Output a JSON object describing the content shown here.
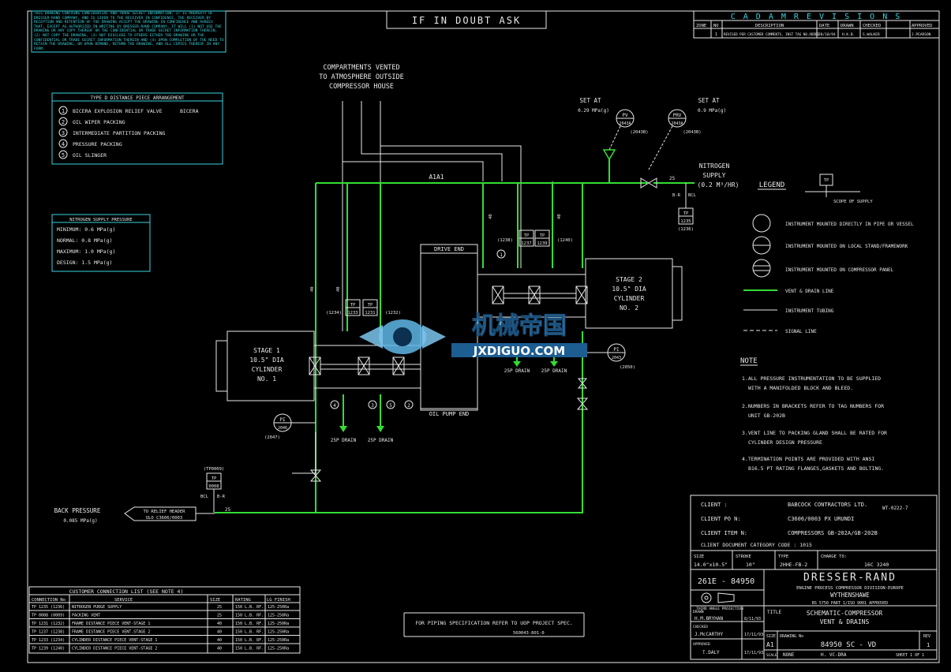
{
  "header": {
    "doubt": "IF IN DOUBT ASK",
    "confidential": "THIS DRAWING CONTAINS CONFIDENTIAL AND TRADE SECRET INFORMATION. IT IS PROPERTY OF DRESSER-RAND COMPANY, AND IS GIVEN TO THE RECEIVER IN CONFIDENCE. THE RECEIVER BY RECEPTION AND RETENTION OF THE DRAWING ACCEPT THE DRAWING IN CONFIDENCE AND AGREES THAT, EXCEPT AS AUTHORIZED IN WRITING BY DRESSER-RAND COMPANY, IT WILL (1) NOT USE THE DRAWING OR ANY COPY THEREOF OR THE CONFIDENTIAL OR TRADE SECRET INFORMATION THEREIN, (2) NOT COPY THE DRAWING, (3) NOT DISCLOSE TO OTHERS EITHER THE DRAWING OR THE CONFIDENTIAL OR TRADE SECRET INFORMATION THEREIN AND (4) UPON COMPLETION OF THE NEED TO RETAIN THE DRAWING, OR UPON DEMAND, RETURN THE DRAWING, AND ALL COPIES THEREOF IN ANY FORM."
  },
  "revisions": {
    "title": "C A D A M   R E V I S I O N S",
    "columns": [
      "ZONE",
      "NO",
      "DESCRIPTION",
      "DATE",
      "DRAWN",
      "CHECKED",
      "APPROVED"
    ],
    "row": [
      "",
      "1",
      "REVISED PER CUSTOMER COMMENTS, INST TAG NO.ADDED",
      "28/10/94",
      "H.K.B.",
      "S.WALKER",
      "J.PEARSON"
    ]
  },
  "compartments": [
    "COMPARTMENTS VENTED",
    "TO ATMOSPHERE OUTSIDE",
    "COMPRESSOR HOUSE"
  ],
  "distance_piece": {
    "title": "TYPE D DISTANCE PIECE ARRANGEMENT",
    "items": [
      {
        "n": "1",
        "label": "BICERA EXPLOSION RELIEF VALVE",
        "extra": "BICERA"
      },
      {
        "n": "2",
        "label": "OIL WIPER PACKING",
        "extra": ""
      },
      {
        "n": "3",
        "label": "INTERMEDIATE PARTITION PACKING",
        "extra": ""
      },
      {
        "n": "4",
        "label": "PRESSURE PACKING",
        "extra": ""
      },
      {
        "n": "5",
        "label": "OIL SLINGER",
        "extra": ""
      }
    ]
  },
  "nitrogen_pressure": {
    "title": "NITROGEN SUPPLY PRESSURE",
    "rows": [
      "MINIMUM: 0.6 MPa(g)",
      "NORMAL: 0.8 MPa(g)",
      "MAXIMUM: 1.0 MPa(g)",
      "DESIGN: 1.5 MPa(g)"
    ]
  },
  "diagram": {
    "a1a1": "A1A1",
    "pv": {
      "tag": "PV",
      "num": "2043A",
      "ref": "(2043B)",
      "set_at": "SET AT",
      "set_val": "0.29 MPa(g)"
    },
    "prv": {
      "tag": "PRV",
      "num": "2043A",
      "ref": "(2043B)",
      "set_at": "SET AT",
      "set_val": "0.9 MPa(g)"
    },
    "nitrogen": [
      "NITROGEN",
      "SUPPLY",
      "(0.2 M³/HR)"
    ],
    "nitrogen_size": "25",
    "tp1235": {
      "tag": "TP",
      "num": "1235",
      "ref": "(1236)",
      "br": "B-R",
      "bcl": "BCL"
    },
    "tp1237": {
      "tag": "TP",
      "num": "1237",
      "ref": "(1238)"
    },
    "tp1239": {
      "tag": "TP",
      "num": "1239",
      "ref": "(1240)"
    },
    "tp1233": {
      "tag": "TP",
      "num": "1233",
      "ref": "(1234)"
    },
    "tp1231": {
      "tag": "TP",
      "num": "1231",
      "ref": "(1232)"
    },
    "tp0008": {
      "tag": "TP",
      "num": "0008",
      "ref": "(TP0009)",
      "bcl": "BCL",
      "br": "B-R"
    },
    "drive_end": "DRIVE END",
    "oil_pump_end": "OIL PUMP END",
    "stage1": [
      "STAGE 1",
      "10.5\" DIA",
      "CYLINDER",
      "NO. 1"
    ],
    "stage2": [
      "STAGE 2",
      "10.5\" DIA",
      "CYLINDER",
      "NO. 2"
    ],
    "pi2046": {
      "tag": "PI",
      "num": "2046",
      "ref": "(2047)"
    },
    "pi2043": {
      "tag": "PI",
      "num": "2043",
      "ref": "(2050)"
    },
    "drain": "25P DRAIN",
    "back_pressure": [
      "BACK PRESSURE",
      "0.085 MPa(g)"
    ],
    "relief_header": [
      "TO RELIEF HEADER",
      "ULO C3606/0003"
    ],
    "size_25": "25",
    "size_40": "40",
    "watermark_cn": "机械帝国",
    "watermark_en": "JXDIGUO.COM"
  },
  "legend": {
    "title": "LEGEND",
    "scope": "SCOPE OF SUPPLY",
    "items": [
      "INSTRUMENT MOUNTED DIRECTLY IN PIPE OR VESSEL",
      "INSTRUMENT MOUNTED ON LOCAL STAND/FRAMEWORK",
      "INSTRUMENT MOUNTED ON COMPRESSOR PANEL",
      "VENT & DRAIN LINE",
      "INSTRUMENT TUBING",
      "SIGNAL LINE"
    ]
  },
  "notes": {
    "title": "NOTE",
    "items": [
      "1.ALL PRESSURE INSTRUMENTATION TO BE SUPPLIED",
      "WITH A MANIFOLDED BLOCK AND BLEED.",
      "2.NUMBERS IN BRACKETS REFER TO TAG NUMBERS FOR",
      "UNIT GB-202B",
      "3.VENT LINE TO PACKING GLAND SHALL BE RATED FOR",
      "CYLINDER DESIGN PRESSURE",
      "4.TERMINATION POINTS ARE PROVIDED WITH ANSI",
      "B16.5 PT RATING FLANGES,GASKETS AND BOLTING."
    ]
  },
  "title_block": {
    "client_label": "CLIENT :",
    "client": "BABCOCK CONTRACTORS LTD.",
    "client_po_label": "CLIENT PO N:",
    "client_po": "C3606/0003 PX URUNDI",
    "client_item_label": "CLIENT ITEM N:",
    "client_item": "COMPRESSORS GB-202A/GB-202B",
    "doc_cat": "CLIENT DOCUMENT CATEGORY CODE : 1015",
    "ref": "WT-0222-7",
    "size_label": "SIZE",
    "size": "14.0\"x10.5\"",
    "stroke_label": "STROKE",
    "stroke": "10\"",
    "type_label": "TYPE",
    "type": "2HHE-FB-2",
    "charge_label": "CHARGE TO:",
    "charge": "16C 3240",
    "job": "261E - 84950",
    "company": "DRESSER-RAND",
    "division": "ENGINE PROCESS COMPRESSOR DIVISION-EUROPE",
    "location": "WYTHENSHAWE",
    "bs": "BS 5750 PART 1/ISO 9001 APPROVED",
    "projection": "THIRD ANGLE PROJECTION",
    "drawn_label": "DRAWN",
    "drawn": "H.M.BRYHAN",
    "drawn_date": "8/11/93",
    "checked_label": "CHECKED",
    "checked": "J.McCARTHY",
    "checked_date": "17/11/93",
    "approved_label": "APPROVED",
    "approved": "T.DALY",
    "approved_date": "17/11/93",
    "title_label": "TITLE",
    "title": [
      "SCHEMATIC-COMPRESSOR",
      "VENT & DRAINS"
    ],
    "sheet_size_label": "SIZE",
    "sheet_size": "A1",
    "dwg_label": "DRAWING No",
    "dwg": "84950 SC - VD",
    "rev_label": "REV",
    "rev": "1",
    "scale_label": "SCALE",
    "scale": "NONE",
    "code": "H. VC-DRA",
    "sheet": "SHEET 1 OF 1"
  },
  "connection_list": {
    "title": "CUSTOMER CONNECTION LIST (SEE NOTE 4)",
    "columns": [
      "CONNECTION No",
      "SERVICE",
      "SIZE",
      "RATING",
      "LG FINISH"
    ],
    "rows": [
      [
        "TP 1235 (1236)",
        "NITROGEN PURGE SUPPLY",
        "25",
        "150 L.B. RF.",
        "125-250Ra"
      ],
      [
        "TP 0008 (0009)",
        "PACKING VENT",
        "25",
        "150 L.B. RF.",
        "125-250Ra"
      ],
      [
        "TP 1231 (1232)",
        "FRAME DISTANCE PIECE VENT-STAGE 1",
        "40",
        "150 L.B. RF.",
        "125-250Ra"
      ],
      [
        "TP 1237 (1238)",
        "FRAME DISTANCE PIECE VENT-STAGE 2",
        "40",
        "150 L.B. RF.",
        "125-250Ra"
      ],
      [
        "TP 1233 (1234)",
        "CYLINDER DISTANCE PIECE VENT-STAGE 1",
        "40",
        "150 L.B. RF.",
        "125-250Ra"
      ],
      [
        "TP 1239 (1240)",
        "CYLINDER DISTANCE PIECE VENT-STAGE 2",
        "40",
        "150 L.B. RF.",
        "125-250Ra"
      ]
    ]
  },
  "piping_spec": {
    "line": "FOR PIPING SPECIFICATION REFER TO UOP PROJECT SPEC.",
    "ref": "560043-801-0"
  }
}
